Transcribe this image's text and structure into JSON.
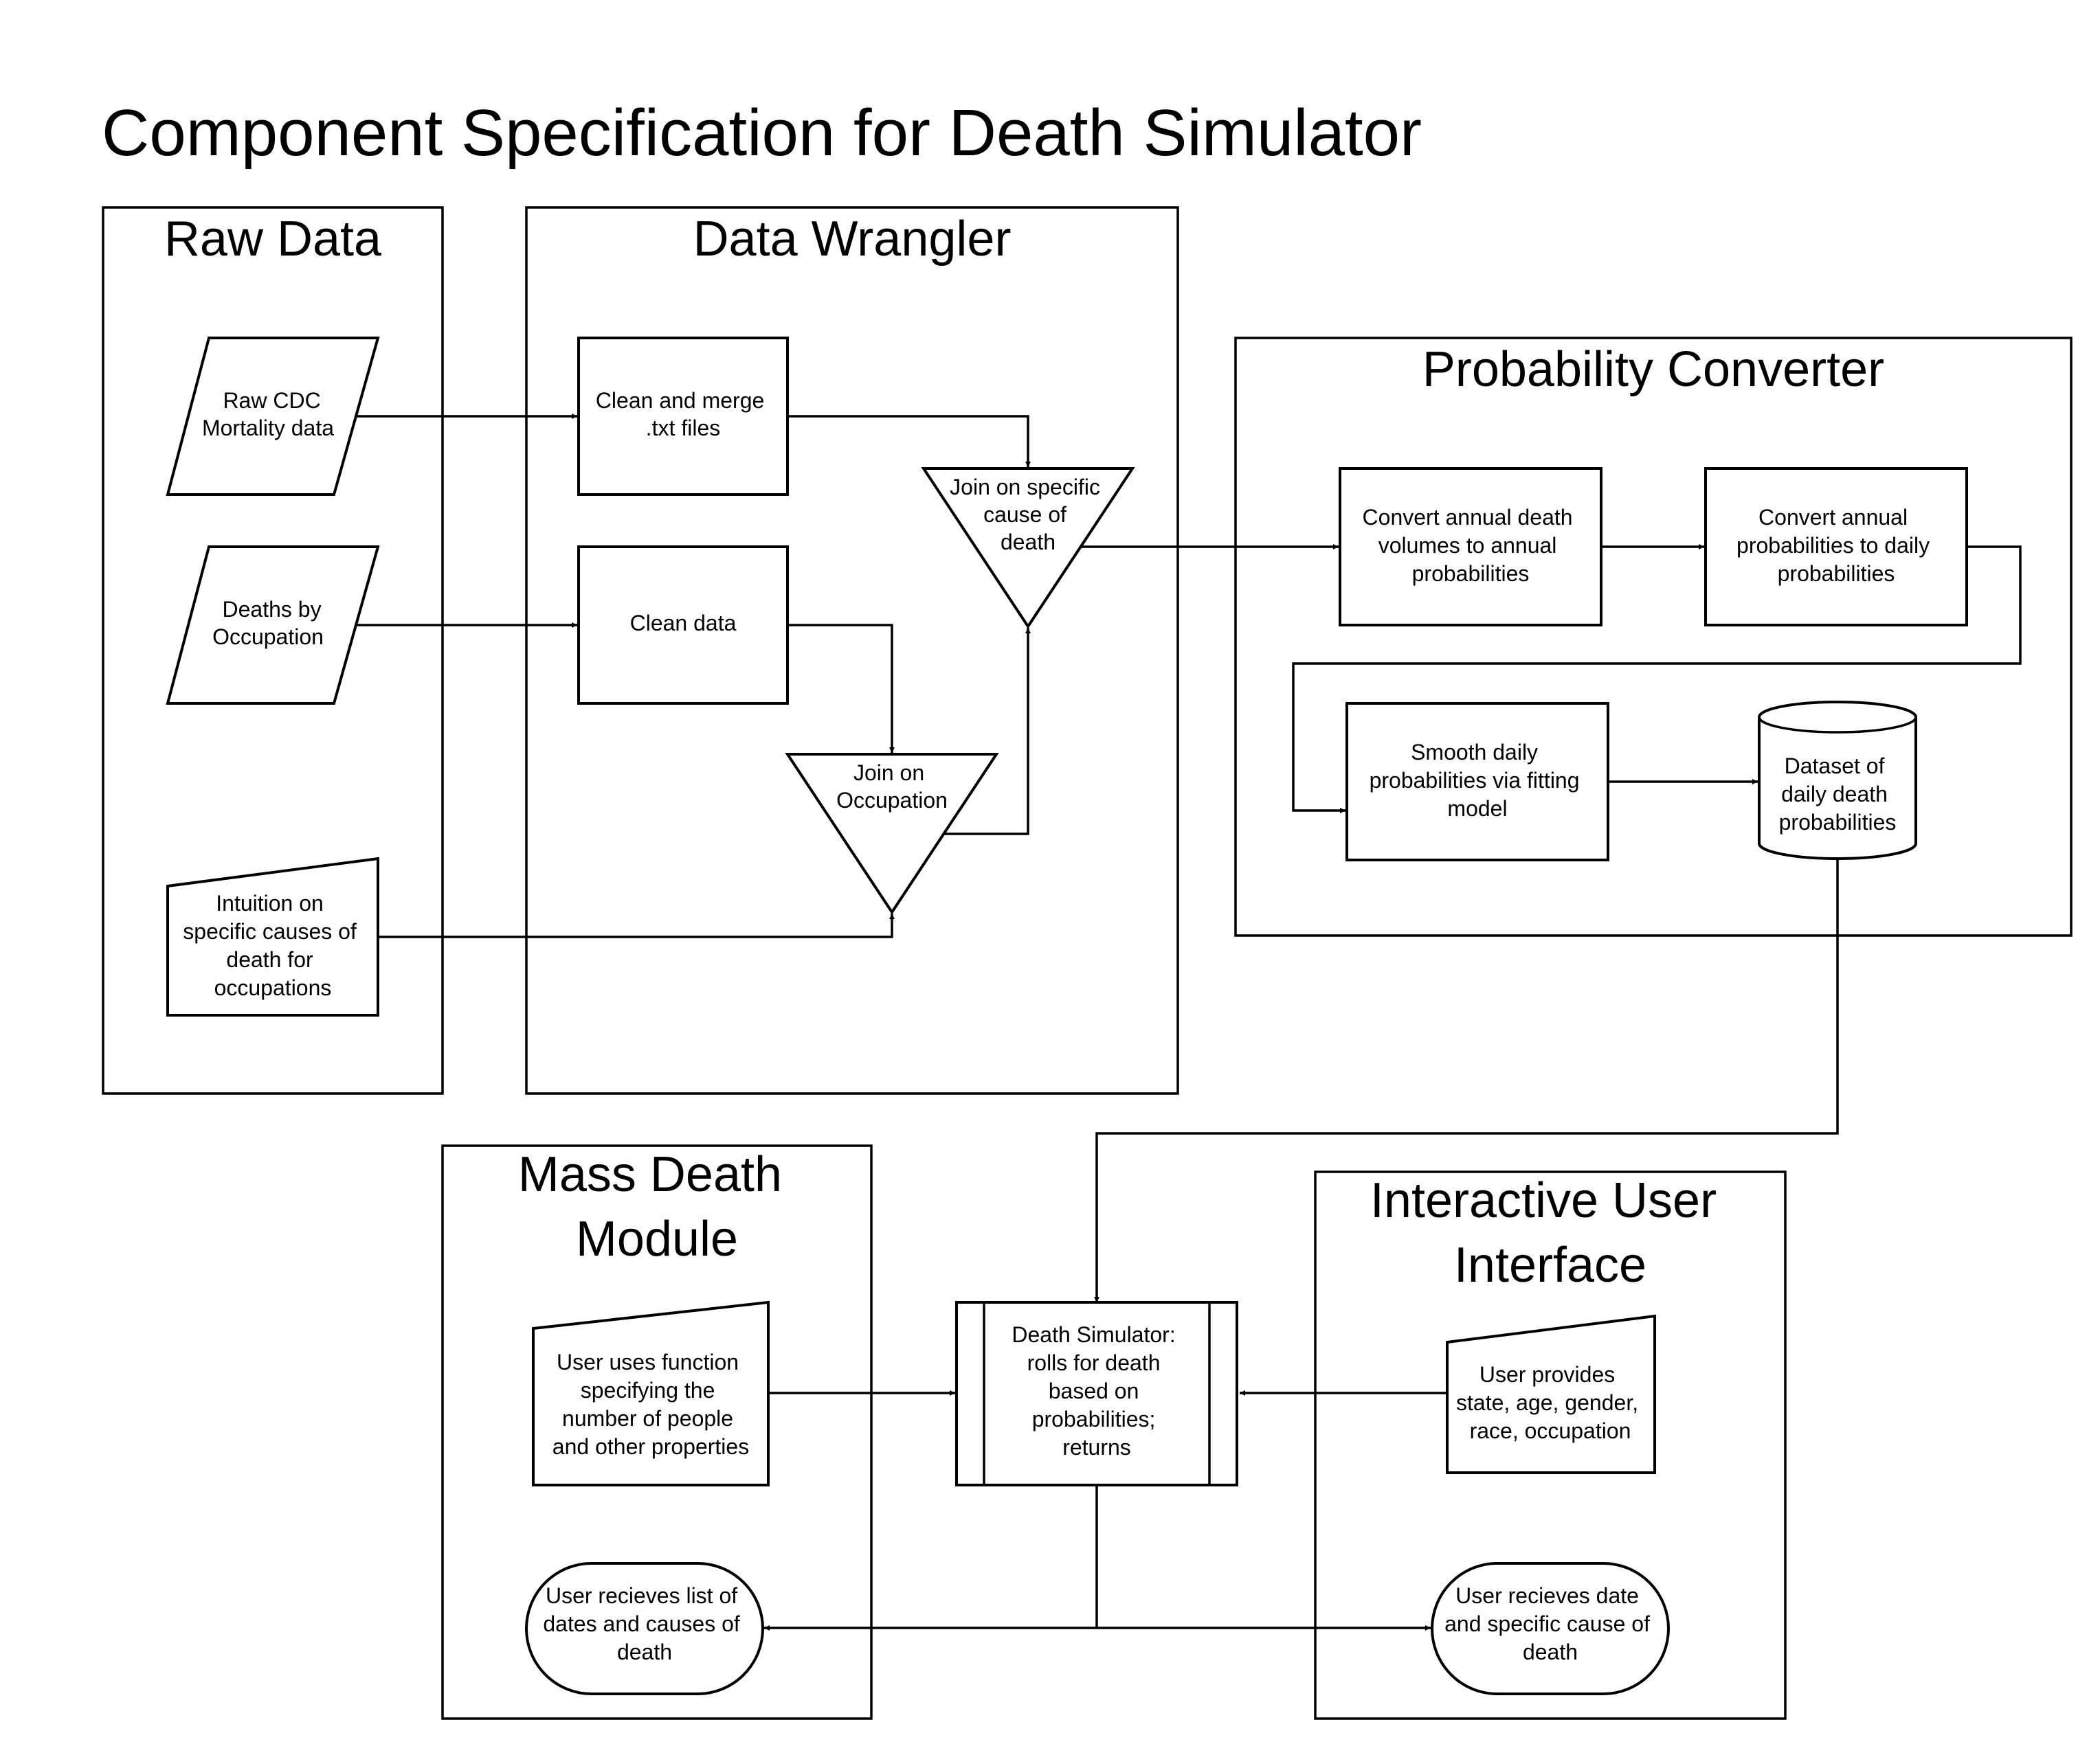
{
  "title": "Component Specification for Death Simulator",
  "panels": {
    "raw_data": "Raw Data",
    "data_wrangler": "Data Wrangler",
    "probability_converter": "Probability Converter",
    "mass_death_module": [
      "Mass Death",
      "Module"
    ],
    "interactive_ui": [
      "Interactive User",
      "Interface"
    ]
  },
  "nodes": {
    "raw_cdc": [
      "Raw CDC",
      "Mortality data"
    ],
    "deaths_occupation": [
      "Deaths by",
      "Occupation"
    ],
    "intuition": [
      "Intuition on",
      "specific causes of",
      "death for",
      "occupations"
    ],
    "clean_merge": [
      "Clean and merge",
      ".txt files"
    ],
    "clean_data": [
      "Clean data"
    ],
    "join_cause": [
      "Join on specific",
      "cause of",
      "death"
    ],
    "join_occupation": [
      "Join on",
      "Occupation"
    ],
    "convert_annual": [
      "Convert annual death",
      "volumes to annual",
      "probabilities"
    ],
    "convert_daily": [
      "Convert annual",
      "probabilities to daily",
      "probabilities"
    ],
    "smooth": [
      "Smooth daily",
      "probabilities via fitting",
      "model"
    ],
    "dataset": [
      "Dataset of",
      "daily death",
      "probabilities"
    ],
    "death_simulator": [
      "Death Simulator:",
      "rolls for death",
      "based on",
      "probabilities;",
      "returns"
    ],
    "user_function": [
      "User uses function",
      "specifying the",
      "number of people",
      "and other properties"
    ],
    "user_list": [
      "User recieves list of",
      "dates and causes of",
      "death"
    ],
    "user_provides": [
      "User provides",
      "state, age, gender,",
      "race, occupation"
    ],
    "user_date": [
      "User recieves date",
      "and specific cause of",
      "death"
    ]
  }
}
